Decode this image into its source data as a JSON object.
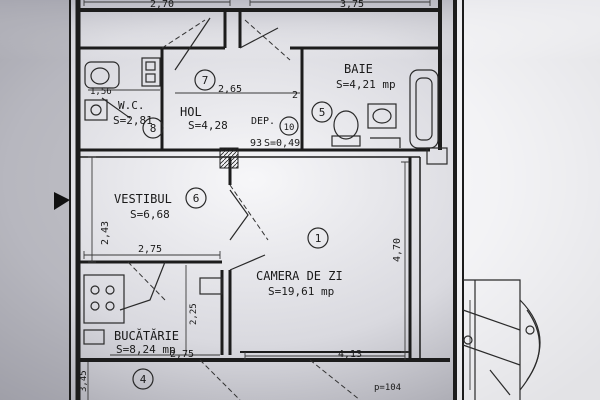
{
  "colors": {
    "ink": "#1c1c1c",
    "paper_light": "#f4f4f6",
    "paper_mid": "#cfcfd6",
    "paper_dark": "#8e8e98"
  },
  "rooms": {
    "camera_de_zi": {
      "name": "CAMERA DE ZI",
      "area": "S=19,61 mp",
      "number": "1"
    },
    "bucatarie": {
      "name": "BUCĂTĂRIE",
      "area": "S=8,24 mp",
      "number": "4"
    },
    "baie": {
      "name": "BAIE",
      "area": "S=4,21 mp",
      "number": "5"
    },
    "vestibul": {
      "name": "VESTIBUL",
      "area": "S=6,68",
      "number": "6"
    },
    "hol": {
      "name": "HOL",
      "area": "S=4,28",
      "number": "7"
    },
    "wc": {
      "name": "W.C.",
      "area": "S=2,81",
      "number": "8"
    },
    "dep": {
      "name": "DEP.",
      "area": "S=0,49",
      "number": "10",
      "code": "93"
    }
  },
  "dimensions": {
    "top_left": "2,70",
    "top_right": "3,75",
    "hol_width": "2,65",
    "wc_width": "1,56",
    "vestibul_height": "2,43",
    "vestibul_width": "2,75",
    "bucatarie_width": "2,75",
    "bucatarie_side": "2,25",
    "living_height": "4,70",
    "living_width": "4,13",
    "left_bottom": "3,45",
    "balcony": "p=104"
  },
  "marks": {
    "baie_wall": "2"
  }
}
